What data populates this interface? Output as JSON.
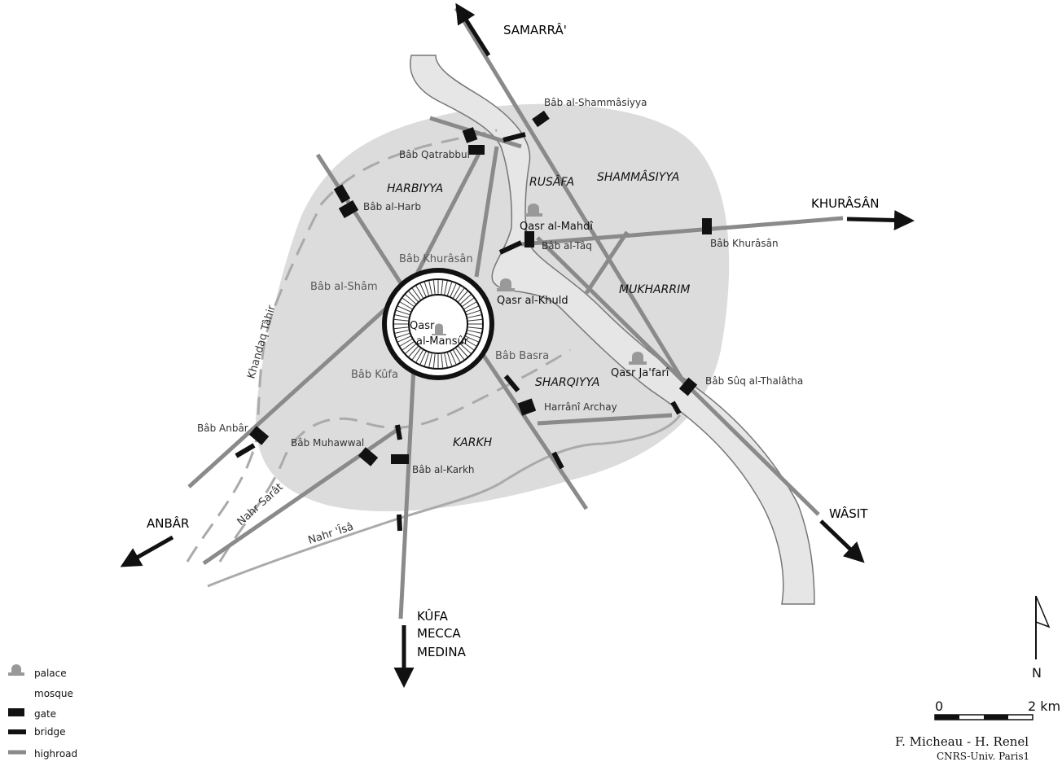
{
  "colors": {
    "area": "#dcdcdc",
    "river": "#e6e6e6",
    "road": "#8a8a8a",
    "gate": "#111111",
    "canal": "#aaaaaa",
    "icon": "#999999"
  },
  "destinations": {
    "samarra": "SAMARRÂ'",
    "khurasan": "KHURÂSÂN",
    "anbar": "ANBÂR",
    "wasit": "WÂSIT",
    "kufa_line1": "KÛFA",
    "kufa_line2": "MECCA",
    "kufa_line3": "MEDINA"
  },
  "districts": {
    "harbiyya": "HARBIYYA",
    "rusafa": "RUSÂFA",
    "shammasiyya": "SHAMMÂSIYYA",
    "mukharrim": "MUKHARRIM",
    "sharqiyya": "SHARQIYYA",
    "karkh": "KARKH"
  },
  "gates": {
    "shammasiyya": "Bâb al-Shammâsiyya",
    "qatrabbul": "Bâb Qatrabbul",
    "harb": "Bâb al-Harb",
    "taq": "Bâb al-Tâq",
    "khurasan_east": "Bâb Khurâsân",
    "suq": "Bâb Sûq al-Thalâtha",
    "harrani": "Harrânî Archay",
    "karkh": "Bâb al-Karkh",
    "muhawwal": "Bâb Muhawwal",
    "anbar": "Bâb Anbâr"
  },
  "round_city_gates": {
    "khurasan": "Bâb Khurâsân",
    "sham": "Bâb al-Shâm",
    "kufa": "Bâb Kûfa",
    "basra": "Bâb Basra"
  },
  "palaces": {
    "mahdi": "Qasr al-Mahdî",
    "khuld": "Qasr al-Khuld",
    "jafari": "Qasr Ja'farî",
    "mansur_line1": "Qasr",
    "mansur_line2": "al-Mansûr"
  },
  "waterways": {
    "khandaq": "Khandaq Tâhir",
    "sarat": "Nahr Sarât",
    "isa": "Nahr 'Îsâ"
  },
  "legend": {
    "palace": "palace",
    "mosque": "mosque",
    "gate": "gate",
    "bridge": "bridge",
    "highroad": "highroad"
  },
  "scale": {
    "start": "0",
    "end": "2 km"
  },
  "north": "N",
  "credits": {
    "line1": "F. Micheau - H. Renel",
    "line2": "CNRS-Univ. Paris1"
  }
}
